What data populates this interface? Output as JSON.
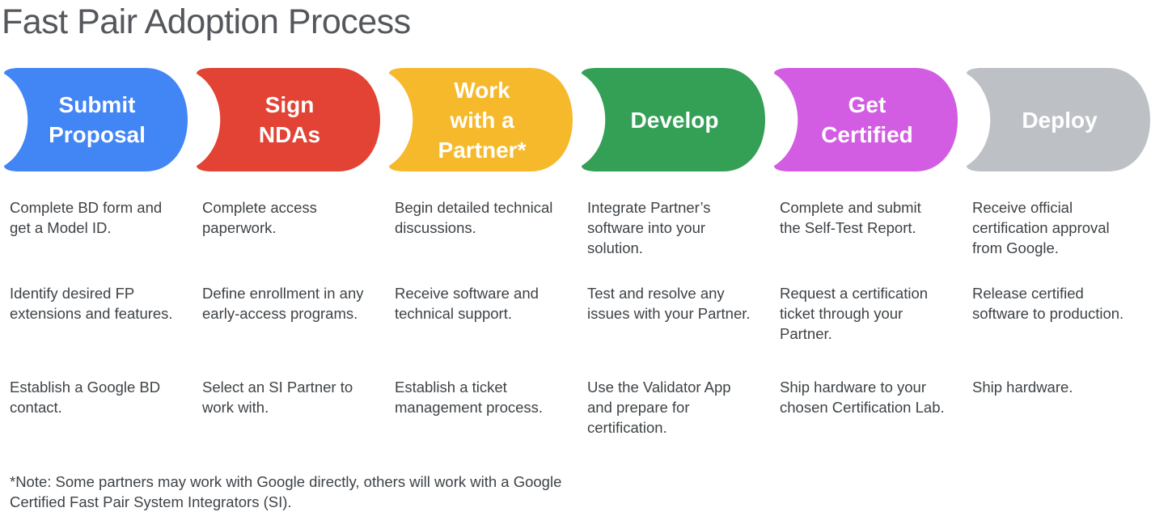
{
  "title": "Fast Pair Adoption Process",
  "note": "*Note: Some partners may work with Google directly, others will work with a Google Certified Fast Pair System Integrators (SI).",
  "colors": {
    "stage_blue": "#4285F4",
    "stage_red": "#E24335",
    "stage_yellow": "#F6B92B",
    "stage_green": "#34A056",
    "stage_magenta": "#D25DE2",
    "stage_gray": "#BDC1C6",
    "title_text": "#54575C",
    "body_text": "#3E4347",
    "stage_label_text": "#FFFFFF"
  },
  "stages": [
    {
      "label": "Submit Proposal",
      "label_lines": [
        "Submit",
        "Proposal"
      ],
      "color": "#4285F4",
      "steps": [
        "Complete BD form and get a Model ID.",
        "Identify desired FP extensions and features.",
        "Establish a Google BD contact."
      ]
    },
    {
      "label": "Sign NDAs",
      "label_lines": [
        "Sign",
        "NDAs"
      ],
      "color": "#E24335",
      "steps": [
        "Complete access paperwork.",
        "Define enrollment in any early-access programs.",
        "Select an SI Partner to work with."
      ]
    },
    {
      "label": "Work with a Partner*",
      "label_lines": [
        "Work",
        "with a",
        "Partner*"
      ],
      "color": "#F6B92B",
      "steps": [
        "Begin detailed technical discussions.",
        "Receive software and technical support.",
        "Establish a ticket management process."
      ]
    },
    {
      "label": "Develop",
      "label_lines": [
        "Develop"
      ],
      "color": "#34A056",
      "steps": [
        "Integrate Partner’s software into your solution.",
        "Test and resolve any issues with your Partner.",
        "Use the Validator App and prepare for certification."
      ]
    },
    {
      "label": "Get Certified",
      "label_lines": [
        "Get",
        "Certified"
      ],
      "color": "#D25DE2",
      "steps": [
        "Complete and submit the Self-Test Report.",
        "Request a certification ticket through your Partner.",
        "Ship hardware to your chosen Certification Lab."
      ]
    },
    {
      "label": "Deploy",
      "label_lines": [
        "Deploy"
      ],
      "color": "#BDC1C6",
      "steps": [
        "Receive official certification approval from Google.",
        "Release certified software to production.",
        "Ship hardware."
      ]
    }
  ]
}
